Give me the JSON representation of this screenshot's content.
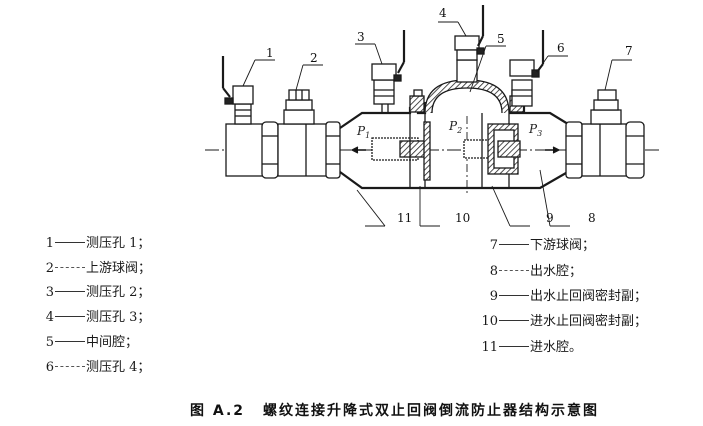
{
  "figure": {
    "part_numbers": [
      "1",
      "2",
      "3",
      "4",
      "5",
      "6",
      "7",
      "8",
      "9",
      "10",
      "11"
    ],
    "pressure_labels": [
      {
        "symbol": "P",
        "sub": "1"
      },
      {
        "symbol": "P",
        "sub": "2"
      },
      {
        "symbol": "P",
        "sub": "3"
      }
    ]
  },
  "legend": {
    "left": [
      {
        "num": "1",
        "text": "测压孔 1；",
        "dotted": false
      },
      {
        "num": "2",
        "text": "上游球阀；",
        "dotted": true
      },
      {
        "num": "3",
        "text": "测压孔 2；",
        "dotted": false
      },
      {
        "num": "4",
        "text": "测压孔 3；",
        "dotted": false
      },
      {
        "num": "5",
        "text": "中间腔；",
        "dotted": false
      },
      {
        "num": "6",
        "text": "测压孔 4；",
        "dotted": true
      }
    ],
    "right": [
      {
        "num": "7",
        "text": "下游球阀；",
        "dotted": false
      },
      {
        "num": "8",
        "text": "出水腔；",
        "dotted": true
      },
      {
        "num": "9",
        "text": "出水止回阀密封副；",
        "dotted": false
      },
      {
        "num": "10",
        "text": "进水止回阀密封副；",
        "dotted": false
      },
      {
        "num": "11",
        "text": "进水腔。",
        "dotted": false
      }
    ]
  },
  "caption": {
    "figure_number": "图 A.2",
    "title": "螺纹连接升降式双止回阀倒流防止器结构示意图"
  }
}
